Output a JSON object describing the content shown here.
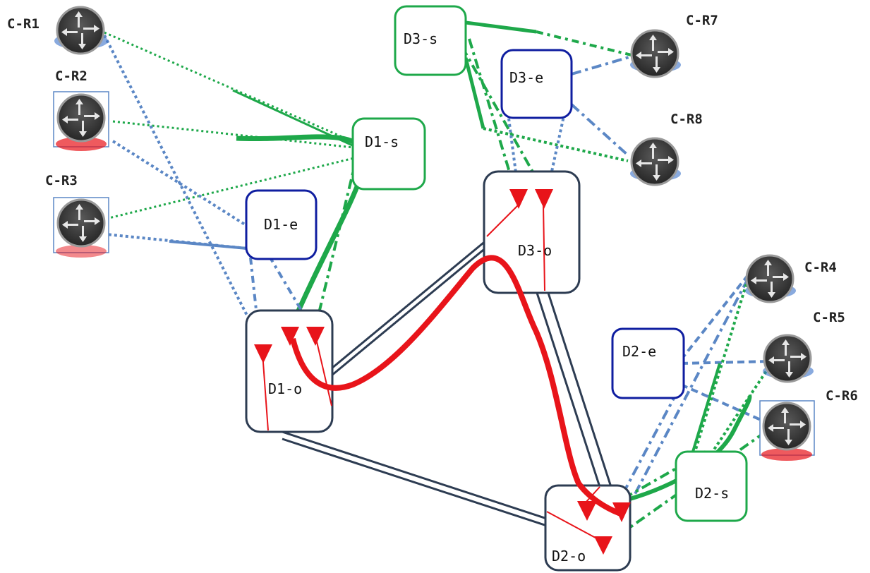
{
  "colors": {
    "green": "#1ea84a",
    "blue": "#5b87c5",
    "dark_box": "#2d3c52",
    "blue_box": "#0f1ea0",
    "red": "#e8141a",
    "router_body": "#3a3a3a"
  },
  "routers": {
    "r1": {
      "label": "C-R1",
      "icon": "router-icon"
    },
    "r2": {
      "label": "C-R2",
      "icon": "router-icon"
    },
    "r3": {
      "label": "C-R3",
      "icon": "router-icon"
    },
    "r4": {
      "label": "C-R4",
      "icon": "router-icon"
    },
    "r5": {
      "label": "C-R5",
      "icon": "router-icon"
    },
    "r6": {
      "label": "C-R6",
      "icon": "router-icon"
    },
    "r7": {
      "label": "C-R7",
      "icon": "router-icon"
    },
    "r8": {
      "label": "C-R8",
      "icon": "router-icon"
    }
  },
  "nodes": {
    "d1s": "D1-s",
    "d1e": "D1-e",
    "d1o": "D1-o",
    "d2s": "D2-s",
    "d2e": "D2-e",
    "d2o": "D2-o",
    "d3s": "D3-s",
    "d3e": "D3-e",
    "d3o": "D3-o"
  }
}
